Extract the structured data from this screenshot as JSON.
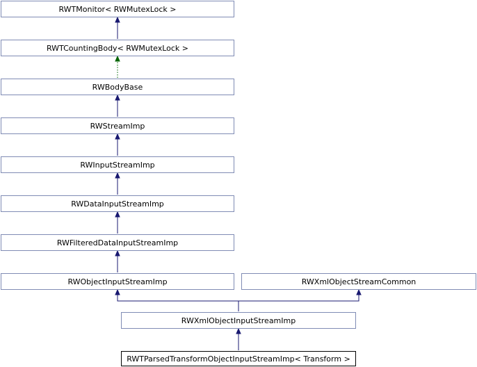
{
  "nodes": {
    "rwtmonitor": "RWTMonitor< RWMutexLock >",
    "rwtcountingbody": "RWTCountingBody< RWMutexLock >",
    "rwbodybase": "RWBodyBase",
    "rwstreamimp": "RWStreamImp",
    "rwinputstreamimp": "RWInputStreamImp",
    "rwdatainputstreamimp": "RWDataInputStreamImp",
    "rwfiltereddatainputstreamimp": "RWFilteredDataInputStreamImp",
    "rwobjectinputstreamimp": "RWObjectInputStreamImp",
    "rwxmlobjectstreamcommon": "RWXmlObjectStreamCommon",
    "rwxmlobjectinputstreamimp": "RWXmlObjectInputStreamImp",
    "rwtparsedtransformobjectinputstreamimp": "RWTParsedTransformObjectInputStreamImp< Transform >"
  },
  "edges": [
    {
      "from": "rwtcountingbody",
      "to": "rwtmonitor",
      "style": "solid"
    },
    {
      "from": "rwbodybase",
      "to": "rwtcountingbody",
      "style": "dotted"
    },
    {
      "from": "rwstreamimp",
      "to": "rwbodybase",
      "style": "solid"
    },
    {
      "from": "rwinputstreamimp",
      "to": "rwstreamimp",
      "style": "solid"
    },
    {
      "from": "rwdatainputstreamimp",
      "to": "rwinputstreamimp",
      "style": "solid"
    },
    {
      "from": "rwfiltereddatainputstreamimp",
      "to": "rwdatainputstreamimp",
      "style": "solid"
    },
    {
      "from": "rwobjectinputstreamimp",
      "to": "rwfiltereddatainputstreamimp",
      "style": "solid"
    },
    {
      "from": "rwxmlobjectinputstreamimp",
      "to": "rwobjectinputstreamimp",
      "style": "solid"
    },
    {
      "from": "rwxmlobjectinputstreamimp",
      "to": "rwxmlobjectstreamcommon",
      "style": "solid"
    },
    {
      "from": "rwtparsedtransformobjectinputstreamimp",
      "to": "rwxmlobjectinputstreamimp",
      "style": "solid"
    }
  ],
  "colors": {
    "node_border": "#7f8bb4",
    "current_node_border": "#000000",
    "inheritance_edge": "#191970",
    "template_edge": "#006400"
  }
}
